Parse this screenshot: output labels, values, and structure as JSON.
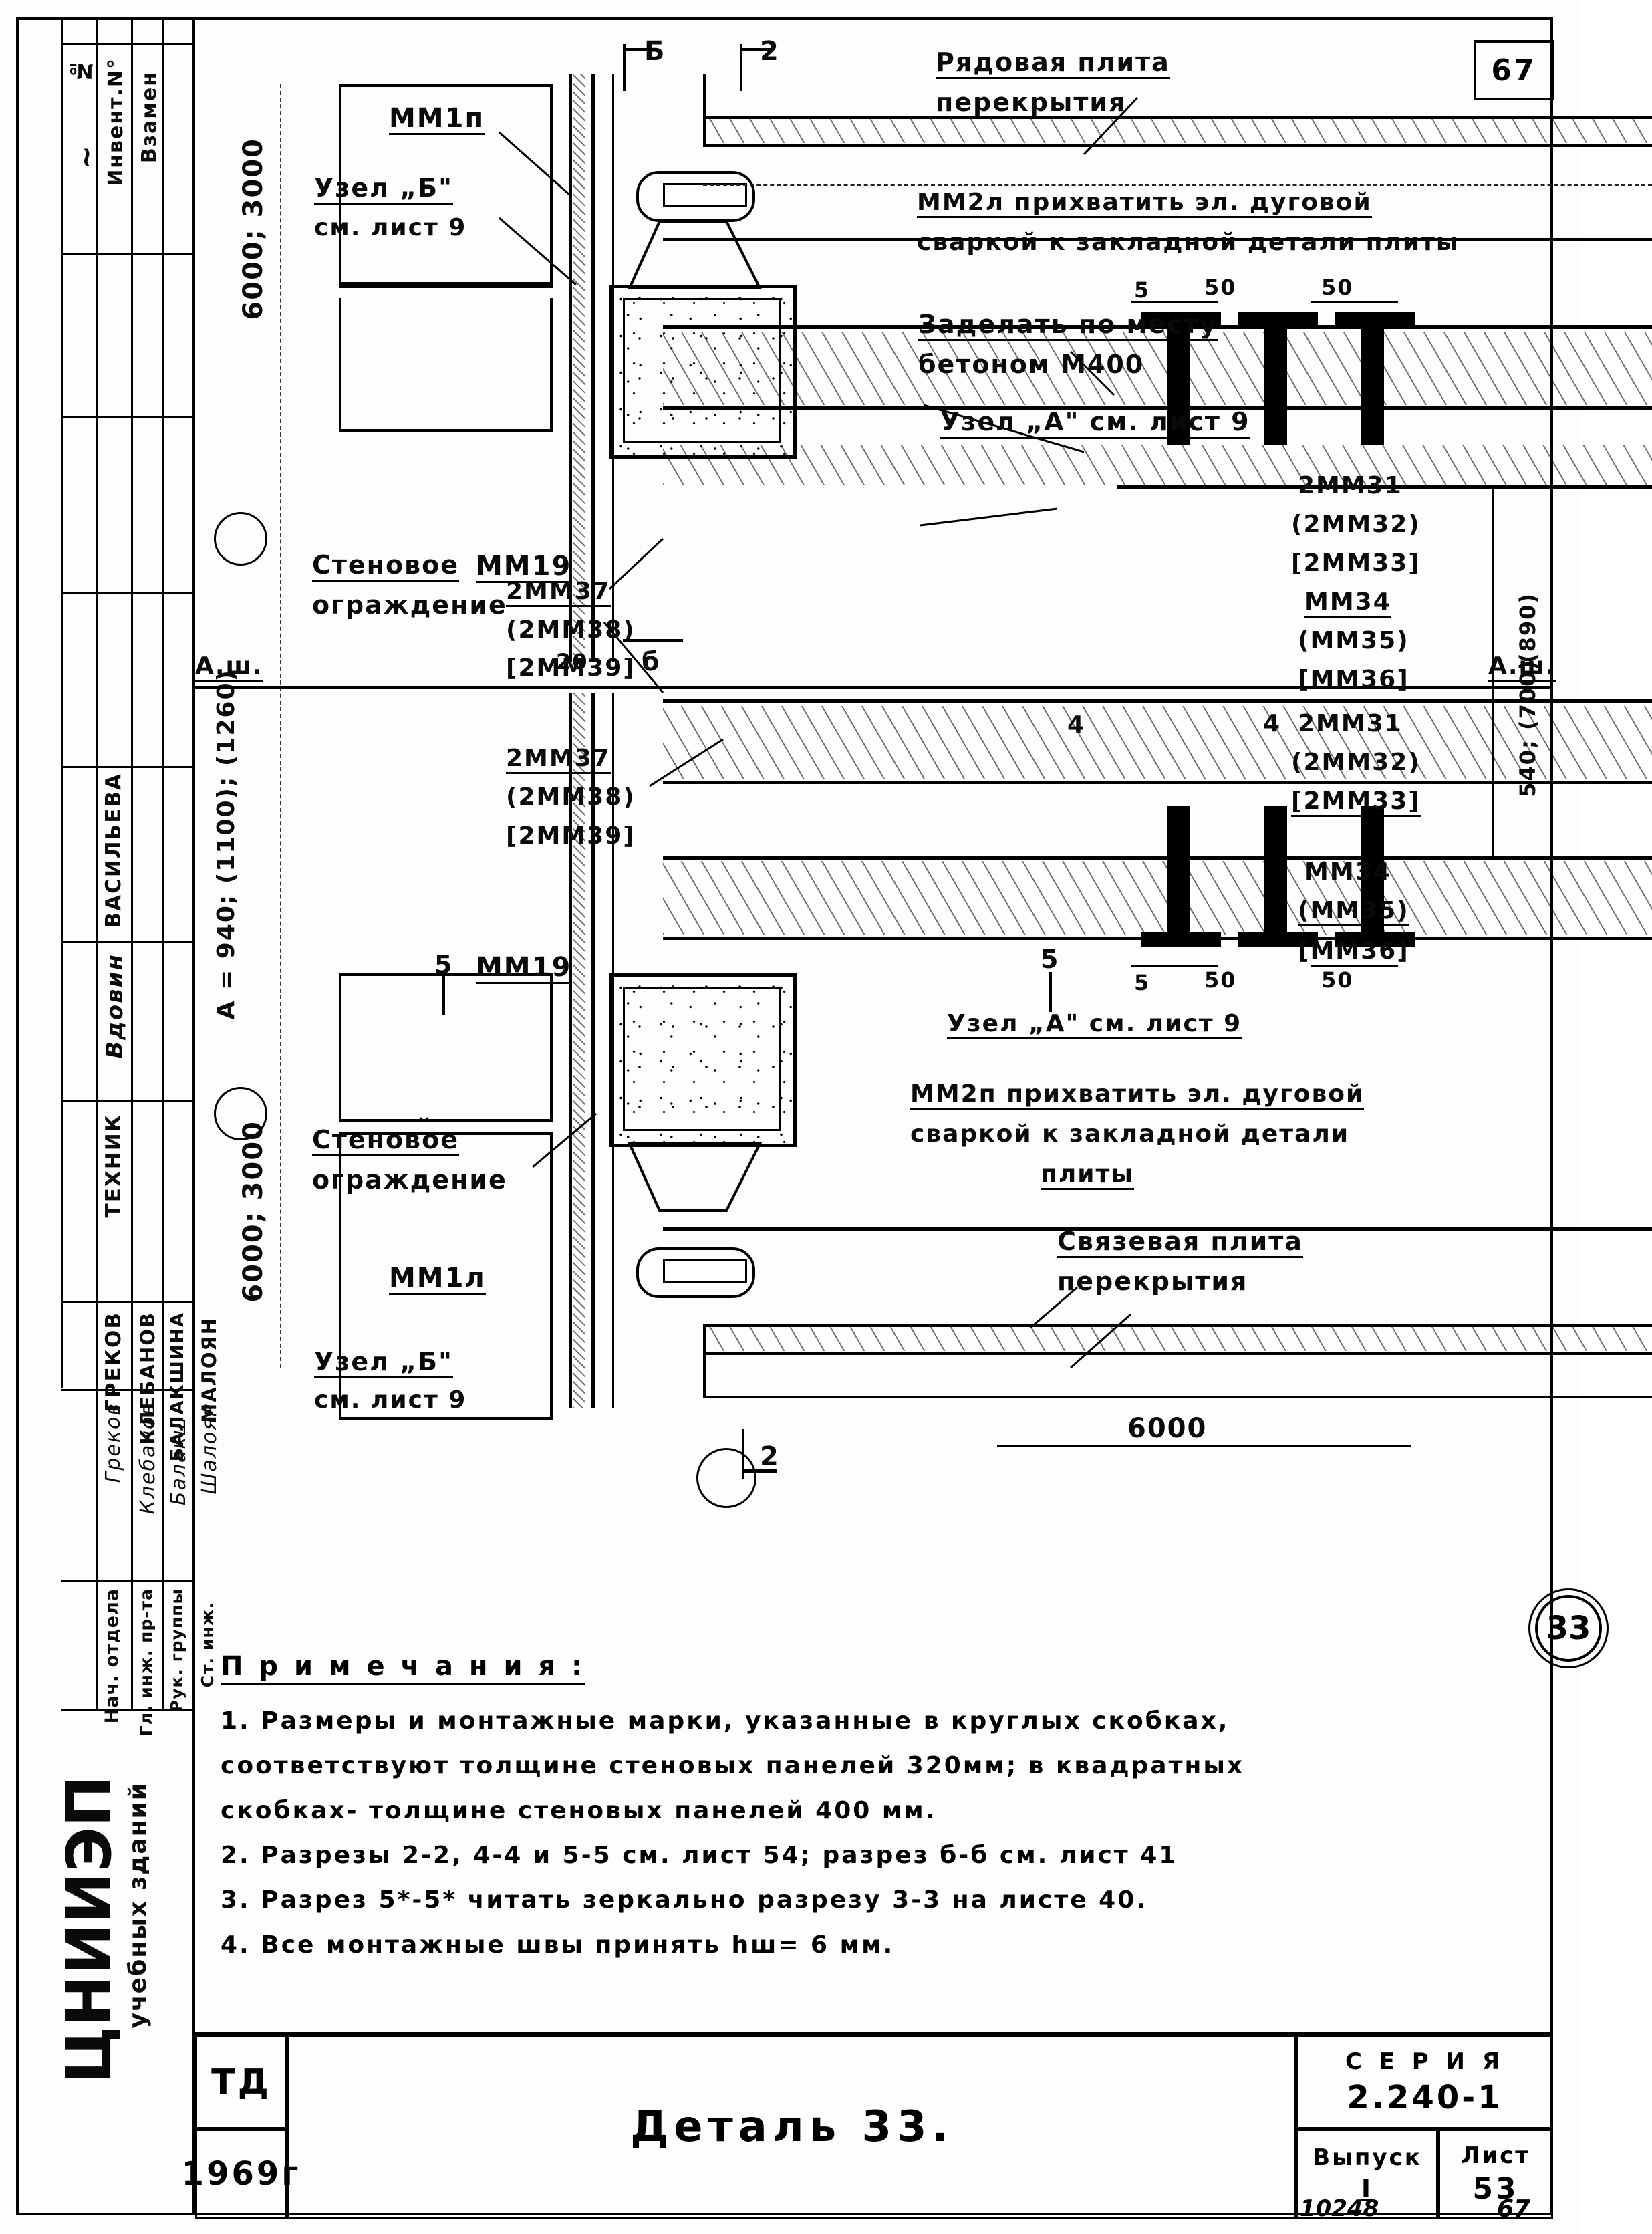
{
  "sheet": {
    "page_number_top_right": "67",
    "detail_circle": "33",
    "bottom_code": "10248",
    "bottom_page": "67"
  },
  "stamp": {
    "header_cols": [
      "№",
      "Инвент.N°",
      "Взамен"
    ],
    "tilde": "~",
    "role_labels": [
      "Нач. отдела",
      "Гл. инж. пр-та",
      "Рук. группы",
      "Ст. инж."
    ],
    "names": [
      "ГРЕКОВ",
      "КЛЕБАНОВ",
      "БАЛАКШИНА",
      "МАЛОЯН"
    ],
    "role_upper": [
      "ТЕХНИК",
      "ВАСИЛЬЕВА"
    ],
    "signature_mark": "Вдовин",
    "logo_main": "ЦНИИЭП",
    "logo_sub": "учебных зданий"
  },
  "drawing": {
    "dim_left_top": "6000; 3000",
    "dim_left_bottom": "6000; 3000",
    "dim_a": "А = 940; (1100); (1260)",
    "axis_left_top": "А.ш.",
    "axis_right_top": "А.ш.",
    "dim_bottom": "6000",
    "dim_20": "20",
    "dim_right_vertical_top": "(890)",
    "dim_right_vertical_mid": "540; (700)",
    "dim_5_top": "5",
    "dim_50_a": "50",
    "dim_50_b": "50",
    "dim_5_bottom": "5",
    "dim_50_c": "50",
    "dim_50_d": "50",
    "dim_4_mid": "4",
    "dim_4_right": "4",
    "section_b_top": "Б",
    "section_2_top": "2",
    "section_b_mid": "б",
    "section_5_left": "5",
    "section_5_right": "5",
    "section_2_bottom": "2"
  },
  "labels": {
    "mm1p": "ММ1п",
    "mm1l": "ММ1л",
    "uzel_b_top": "Узел „Б\"",
    "uzel_b_top_ref": "см. лист 9",
    "uzel_b_bottom": "Узел „Б\"",
    "uzel_b_bottom_ref": "см. лист 9",
    "mm19_top": "ММ19",
    "mm19_bottom": "ММ19",
    "wall_top_1": "Стеновое",
    "wall_top_2": "ограждение",
    "wall_bottom_1": "Стеновое",
    "wall_bottom_2": "ограждение",
    "left_marks_top": [
      "2ММ37",
      "(2ММ38)",
      "[2ММ39]"
    ],
    "left_marks_bottom": [
      "2ММ37",
      "(2ММ38)",
      "[2ММ39]"
    ],
    "right_marks_top": [
      "2ММ31",
      "(2ММ32)",
      "[2ММ33]",
      "ММ34",
      "(ММ35)",
      "[ММ36]"
    ],
    "right_marks_bottom": [
      "2ММ31",
      "(2ММ32)",
      "[2ММ33]",
      "ММ34",
      "(ММ35)",
      "[ММ36]"
    ],
    "plate_top_1": "Рядовая плита",
    "plate_top_2": "перекрытия",
    "weld_top_1": "ММ2л прихватить эл. дуговой",
    "weld_top_2": "сваркой к закладной детали плиты",
    "grout_1": "Заделать по месту",
    "grout_2": "бетоном М400",
    "uzel_a_top": "Узел „А\" см. лист 9",
    "uzel_a_bottom": "Узел „А\" см. лист 9",
    "weld_bottom_1": "ММ2п прихватить эл. дуговой",
    "weld_bottom_2": "сваркой к закладной детали",
    "weld_bottom_3": "плиты",
    "tie_plate_1": "Связевая плита",
    "tie_plate_2": "перекрытия"
  },
  "notes": {
    "title": "П р и м е ч а н и я :",
    "items": [
      "1. Размеры и монтажные марки, указанные в круглых скобках,",
      "соответствуют толщине стеновых панелей 320мм; в квадратных",
      "скобках- толщине стеновых панелей 400 мм.",
      "2. Разрезы 2-2, 4-4 и 5-5 см. лист 54; разрез б-б см. лист 41",
      "3. Разрез 5*-5* читать зеркально разрезу 3-3 на листе 40.",
      "4. Все монтажные швы принять hш= 6 мм."
    ]
  },
  "title_block": {
    "stage": "ТД",
    "year": "1969г",
    "drawing_title": "Деталь 33.",
    "series_label": "С Е Р И Я",
    "series_value": "2.240-1",
    "issue_label": "Выпуск",
    "issue_value": "I",
    "sheet_label": "Лист",
    "sheet_value": "53"
  }
}
